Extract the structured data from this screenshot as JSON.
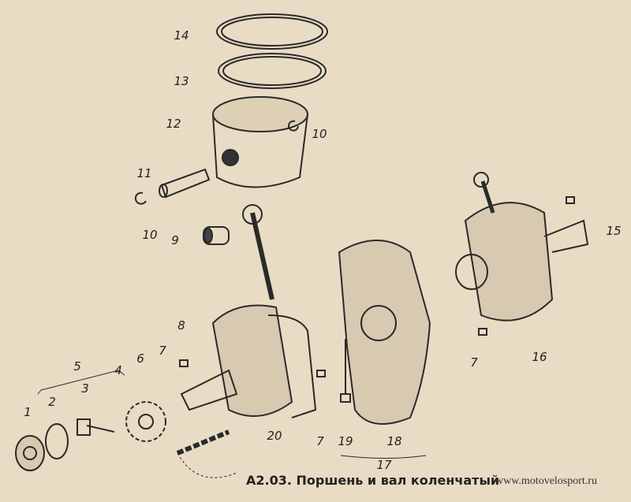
{
  "caption": "А2.03. Поршень и вал коленчатый",
  "website": "www.motovelosport.ru",
  "part_labels": [
    "14",
    "13",
    "12",
    "10",
    "11",
    "10",
    "9",
    "8",
    "7",
    "6",
    "4",
    "5",
    "3",
    "2",
    "1",
    "20",
    "7",
    "19",
    "18",
    "17",
    "15",
    "16",
    "7"
  ]
}
